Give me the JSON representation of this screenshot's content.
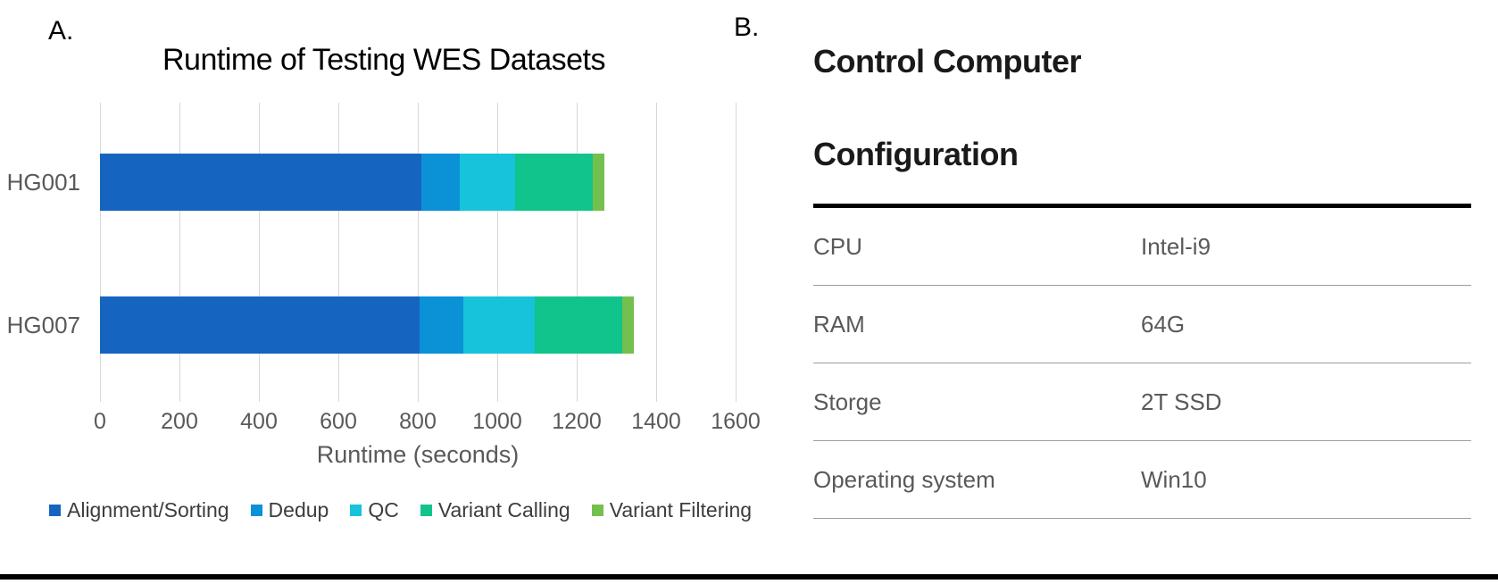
{
  "panel_a": {
    "label": "A.",
    "chart_data": {
      "type": "bar",
      "orientation": "horizontal",
      "stacked": true,
      "title": "Runtime of Testing WES Datasets",
      "xlabel": "Runtime (seconds)",
      "categories": [
        "HG001",
        "HG007"
      ],
      "series": [
        {
          "name": "Alignment/Sorting",
          "color": "#1565c0",
          "values": [
            810,
            805
          ]
        },
        {
          "name": "Dedup",
          "color": "#0a91d6",
          "values": [
            95,
            110
          ]
        },
        {
          "name": "QC",
          "color": "#16c3da",
          "values": [
            140,
            180
          ]
        },
        {
          "name": "Variant Calling",
          "color": "#11c48b",
          "values": [
            195,
            220
          ]
        },
        {
          "name": "Variant Filtering",
          "color": "#74c04e",
          "values": [
            30,
            30
          ]
        }
      ],
      "totals": [
        1270,
        1345
      ],
      "xlim": [
        0,
        1600
      ],
      "xticks": [
        0,
        200,
        400,
        600,
        800,
        1000,
        1200,
        1400,
        1600
      ],
      "grid": true,
      "legend_position": "bottom"
    }
  },
  "panel_b": {
    "label": "B.",
    "heading_line1": "Control Computer",
    "heading_line2": "Configuration",
    "table": {
      "rows": [
        {
          "label": "CPU",
          "value": "Intel-i9"
        },
        {
          "label": "RAM",
          "value": "64G"
        },
        {
          "label": "Storge",
          "value": "2T SSD"
        },
        {
          "label": "Operating system",
          "value": "Win10"
        }
      ]
    }
  },
  "colors": {
    "background": "#ffffff",
    "gridline": "#d8d8d8",
    "axis_text": "#595959",
    "legend_text": "#3d3d3d",
    "heading_text": "#1a1a1a",
    "table_text": "#595959",
    "divider": "#9e9e9e",
    "rule": "#000000"
  }
}
